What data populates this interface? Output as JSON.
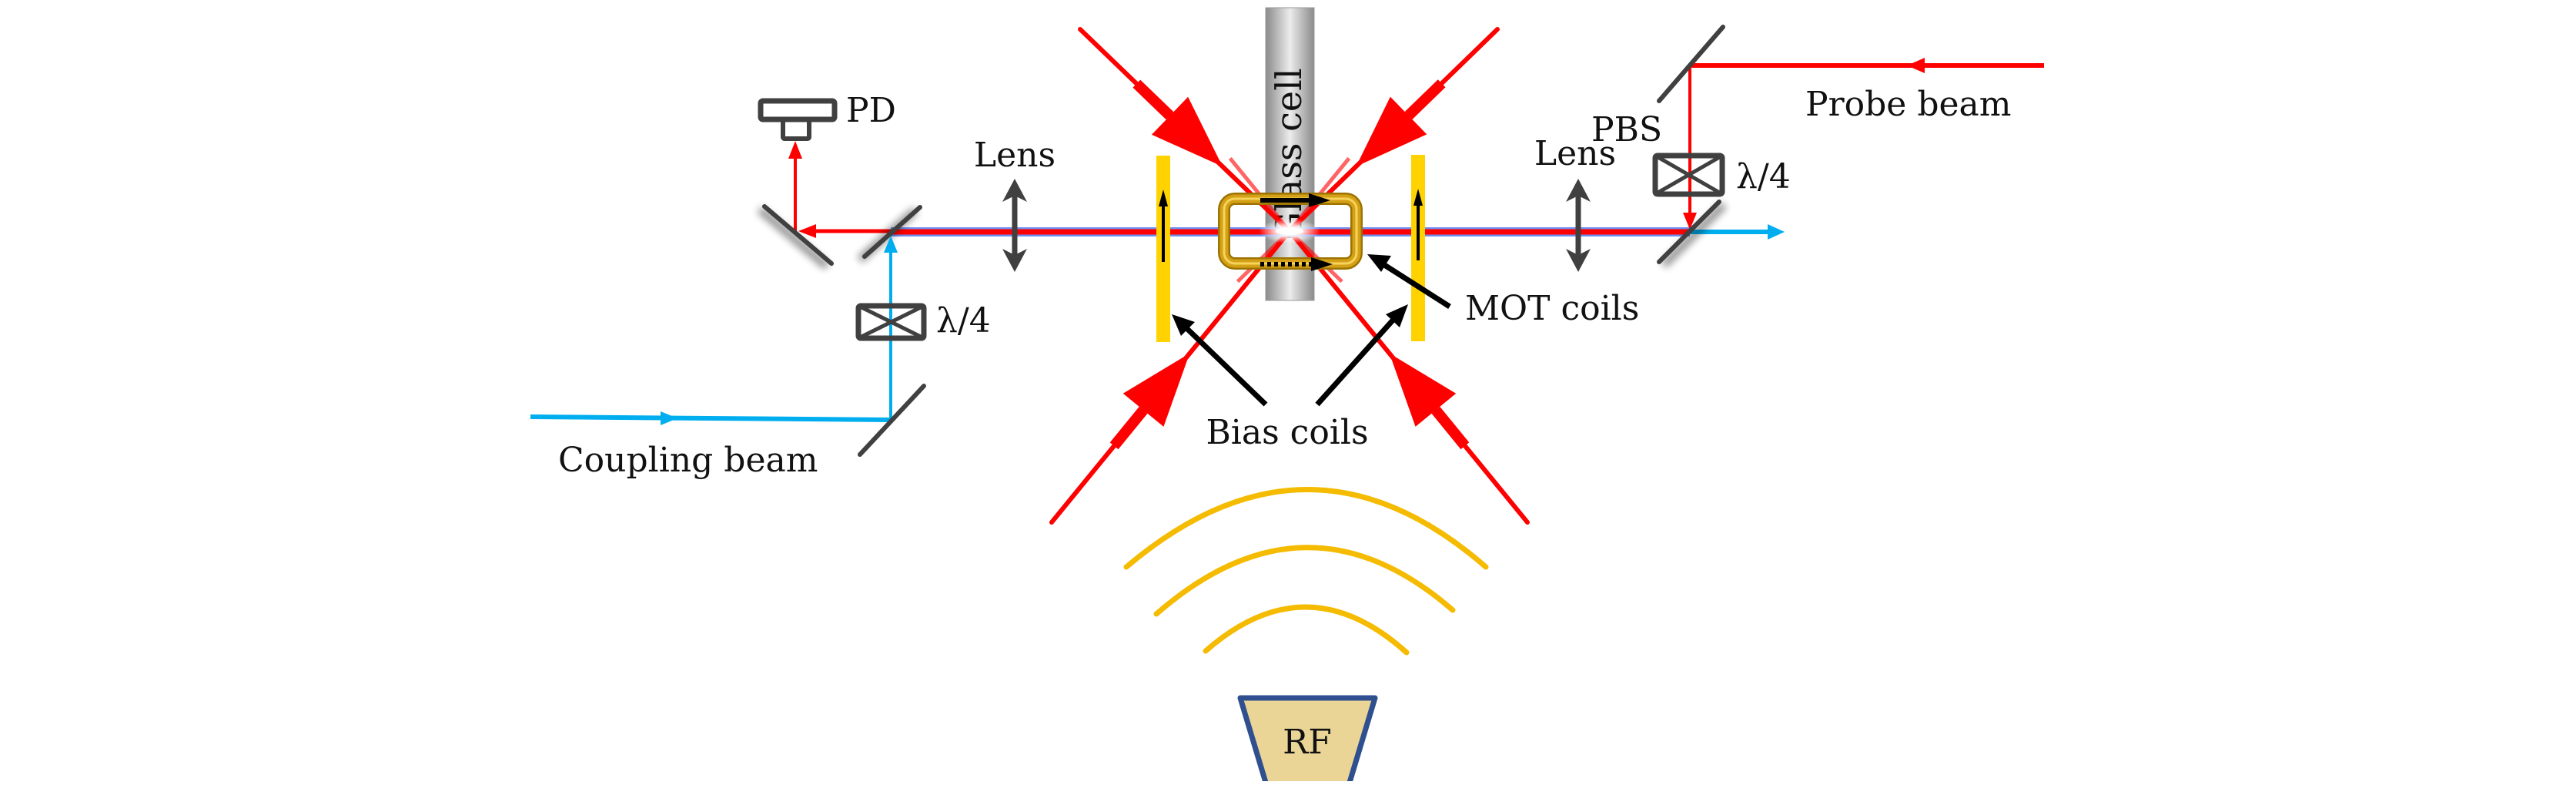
{
  "colors": {
    "mot_beam": "#ff0000",
    "probe_beam": "#ff0000",
    "coupling_beam": "#00aeef",
    "overlap_beam_edge": "#6f8ff0",
    "optics": "#404040",
    "bias_coil": "#ffd200",
    "mot_coil": "#d4a017",
    "mot_coil_dark": "#9c7300",
    "mot_coil_light": "#f6d35a",
    "rf_wave": "#f5bb00",
    "rf_fill": "#ead597",
    "rf_border": "#2f4f8f",
    "glass_edge": "#8a8a8a",
    "glass_center": "#ececec",
    "pointer_arrow": "#000000"
  },
  "labels": {
    "pd": "PD",
    "lens_left": "Lens",
    "lens_right": "Lens",
    "qwp_left": "λ/4",
    "qwp_right": "λ/4",
    "pbs": "PBS",
    "probe_beam": "Probe beam",
    "coupling_beam": "Coupling beam",
    "glass_cell": "Glass cell",
    "mot_coils": "MOT coils",
    "bias_coils": "Bias coils",
    "rf": "RF"
  }
}
